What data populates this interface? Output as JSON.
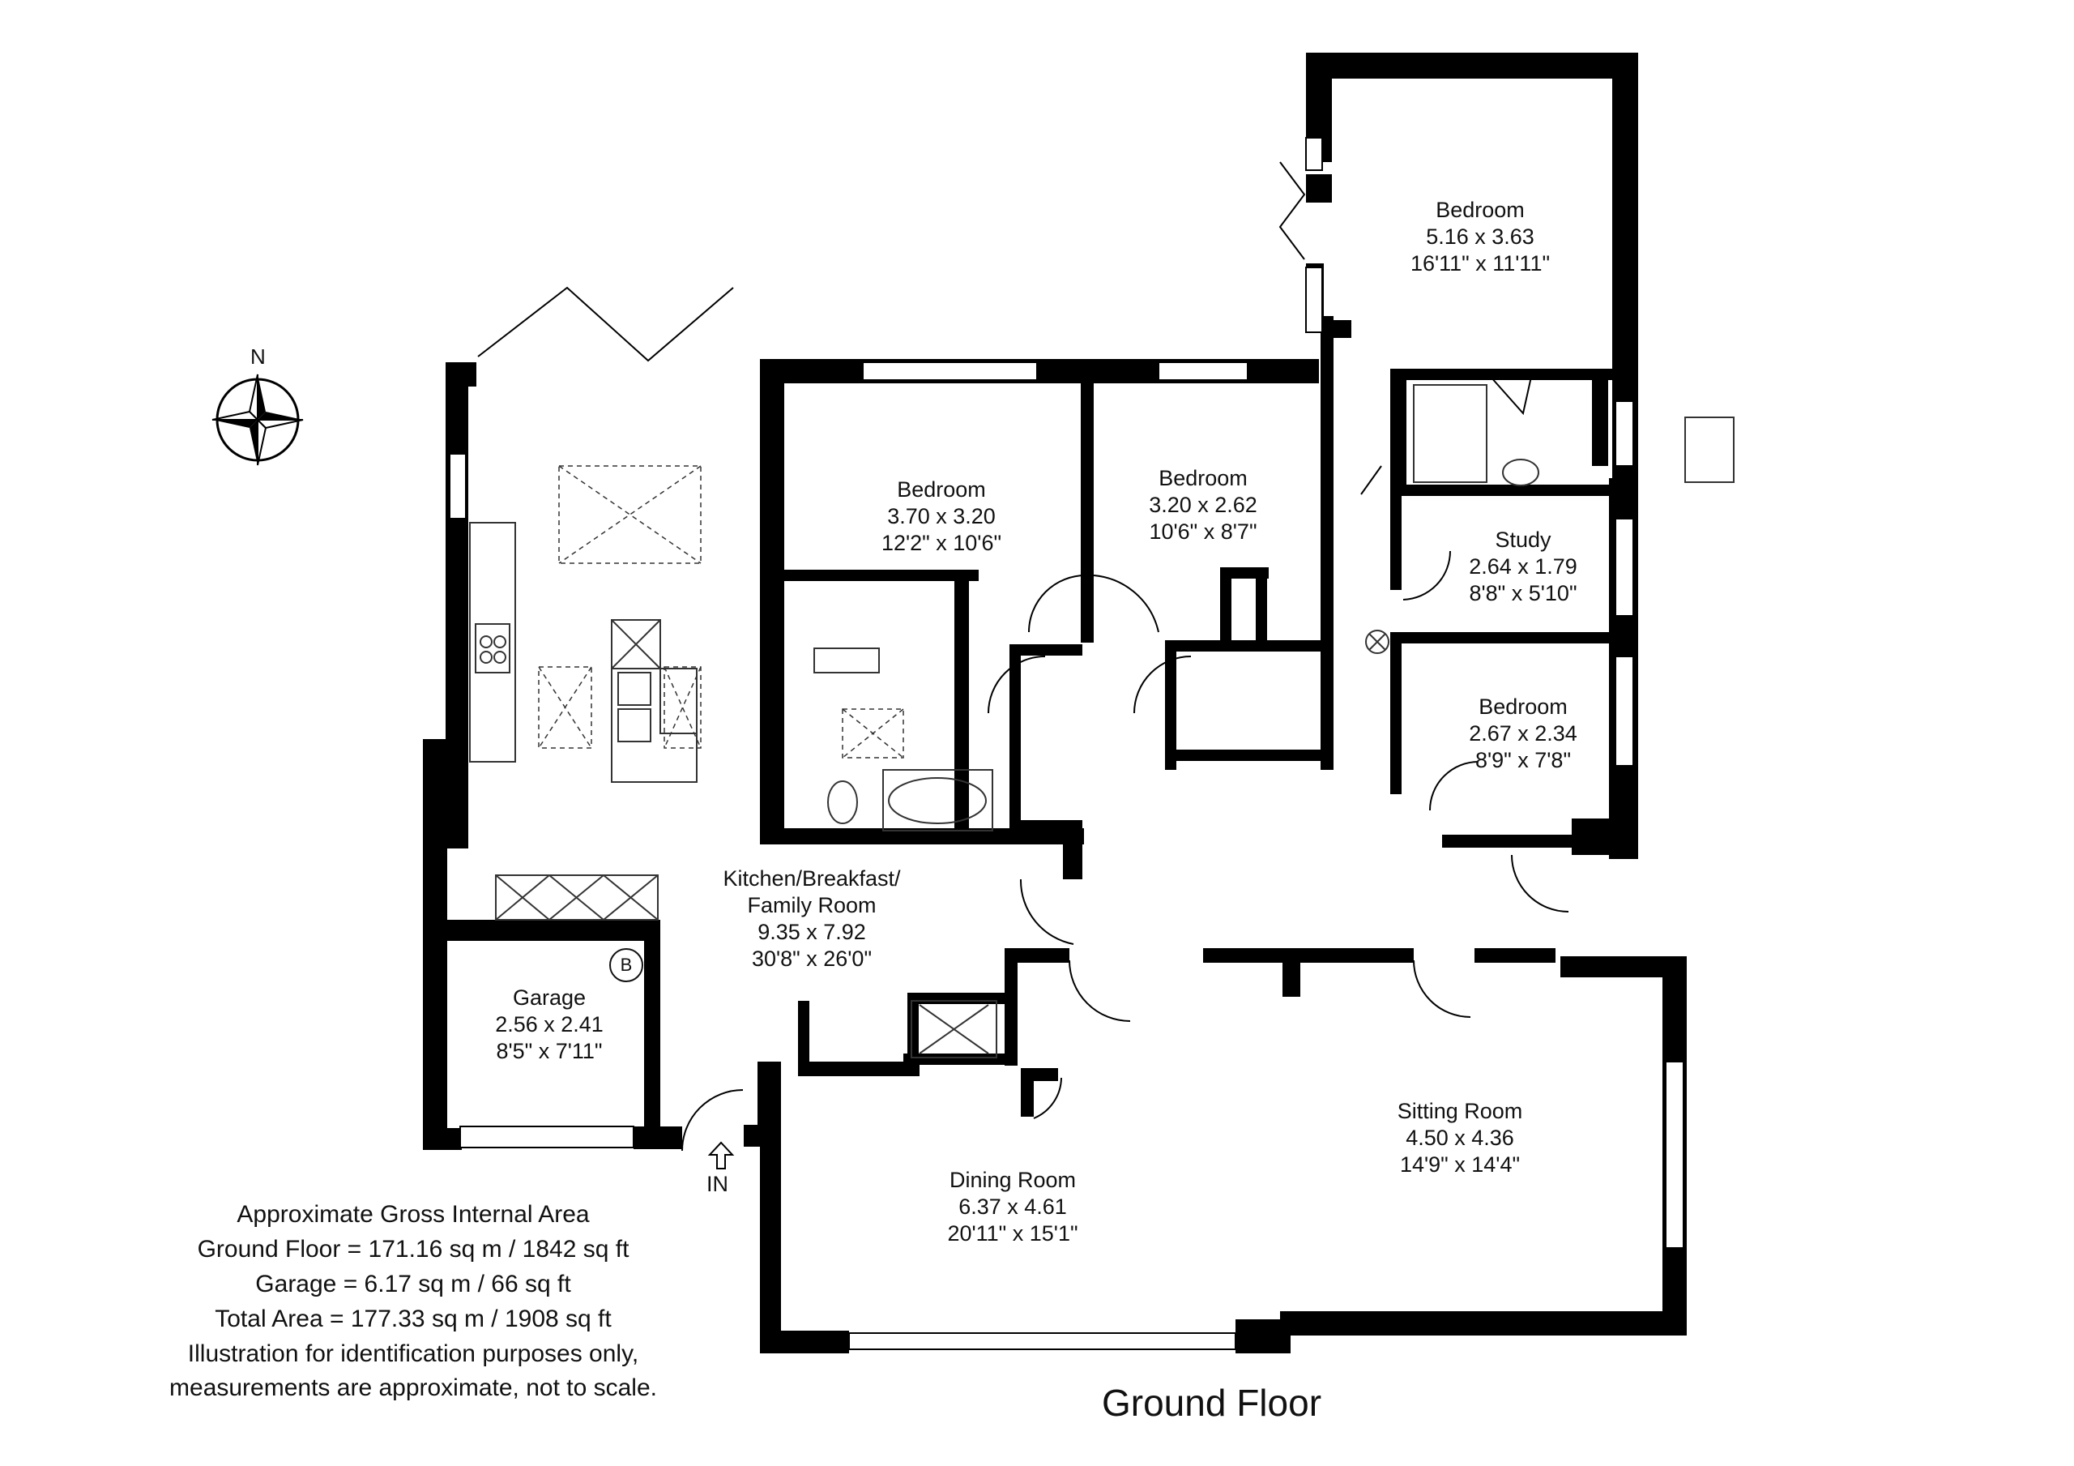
{
  "plan": {
    "floor_title": "Ground Floor",
    "compass_label": "N",
    "entrance_label": "IN",
    "boiler_label": "B",
    "wall_color": "#000000",
    "fixture_color": "#333333",
    "rooms": {
      "bedroom_master": {
        "name": "Bedroom",
        "metric": "5.16 x 3.63",
        "imperial": "16'11\" x 11'11\""
      },
      "bedroom_2": {
        "name": "Bedroom",
        "metric": "3.70 x 3.20",
        "imperial": "12'2\" x 10'6\""
      },
      "bedroom_3": {
        "name": "Bedroom",
        "metric": "3.20 x 2.62",
        "imperial": "10'6\" x 8'7\""
      },
      "study": {
        "name": "Study",
        "metric": "2.64 x 1.79",
        "imperial": "8'8\" x 5'10\""
      },
      "bedroom_4": {
        "name": "Bedroom",
        "metric": "2.67 x 2.34",
        "imperial": "8'9\" x 7'8\""
      },
      "kitchen": {
        "name_line1": "Kitchen/Breakfast/",
        "name_line2": "Family Room",
        "metric": "9.35 x 7.92",
        "imperial": "30'8\" x 26'0\""
      },
      "garage": {
        "name": "Garage",
        "metric": "2.56 x 2.41",
        "imperial": "8'5\" x 7'11\""
      },
      "dining": {
        "name": "Dining Room",
        "metric": "6.37 x 4.61",
        "imperial": "20'11\" x 15'1\""
      },
      "sitting": {
        "name": "Sitting Room",
        "metric": "4.50 x 4.36",
        "imperial": "14'9\" x 14'4\""
      }
    }
  },
  "notes": {
    "heading": "Approximate Gross Internal Area",
    "ground_floor": "Ground Floor = 171.16 sq m / 1842 sq ft",
    "garage": "Garage = 6.17 sq m / 66 sq ft",
    "total": "Total Area = 177.33 sq m / 1908 sq ft",
    "disclaimer_1": "Illustration for identification purposes only,",
    "disclaimer_2": "measurements are approximate, not to scale."
  }
}
